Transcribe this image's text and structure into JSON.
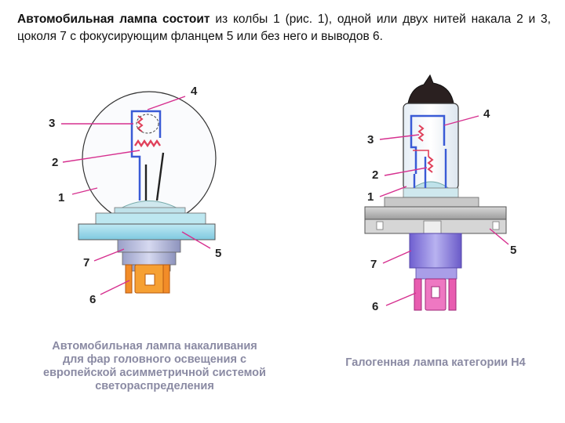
{
  "intro": {
    "bold": "Автомобильная лампа состоит",
    "rest": " из колбы 1 (рис. 1), одной или двух нитей накала 2 и 3, цоколя 7 с фокусирующим фланцем 5 или без него и выводов 6."
  },
  "left_figure": {
    "labels": {
      "l4": "4",
      "l3": "3",
      "l2": "2",
      "l1": "1",
      "l7": "7",
      "l5": "5",
      "l6": "6"
    },
    "caption": [
      "Автомобильная лампа накаливания",
      "для фар головного освещения с",
      "европейской асимметричной системой",
      "светораспределения"
    ]
  },
  "right_figure": {
    "labels": {
      "r4": "4",
      "r3": "3",
      "r2": "2",
      "r1": "1",
      "r7": "7",
      "r5": "5",
      "r6": "6"
    },
    "caption": "Галогенная лампа категории Н4"
  },
  "colors": {
    "leader": "#d6308f",
    "filament": "#e0405a",
    "shield": "#3a5bd6"
  }
}
